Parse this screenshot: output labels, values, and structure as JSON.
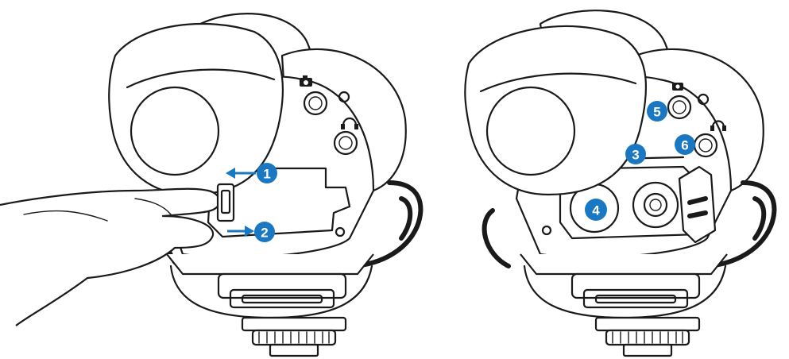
{
  "accent_color": "#1a78c2",
  "left_panel": {
    "callouts": [
      {
        "number": "1",
        "arrow": "left"
      },
      {
        "number": "2",
        "arrow": "right"
      }
    ]
  },
  "right_panel": {
    "callouts": [
      {
        "number": "3"
      },
      {
        "number": "4"
      },
      {
        "number": "5"
      },
      {
        "number": "6"
      }
    ]
  },
  "icons": [
    "camera-icon",
    "headphone-icon"
  ]
}
